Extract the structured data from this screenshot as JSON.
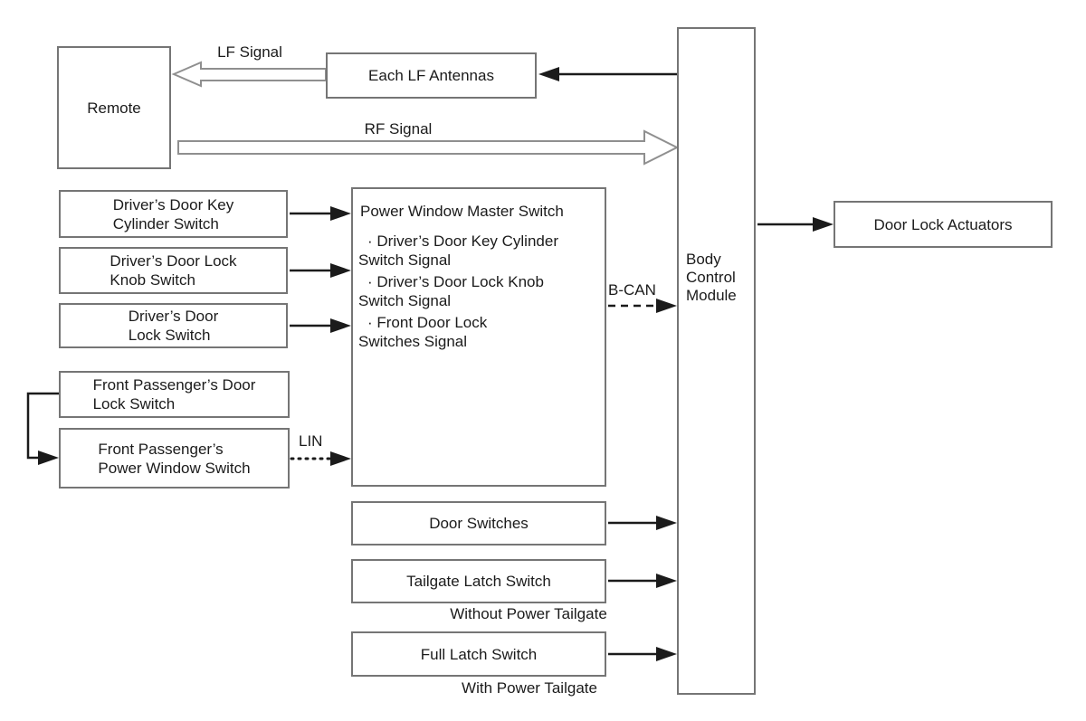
{
  "diagram": {
    "background": "#ffffff",
    "box_border_color": "#757575",
    "wire_color": "#1b1b1b",
    "hollow_arrow_outline": "#8f8f8f"
  },
  "nodes": {
    "remote": {
      "label": "Remote"
    },
    "each_lf_antennas": {
      "label": "Each LF Antennas"
    },
    "driver_key": {
      "label": "Driver’s Door Key\nCylinder Switch"
    },
    "driver_knob": {
      "label": "Driver’s Door Lock\nKnob Switch"
    },
    "driver_lock": {
      "label": "Driver’s Door\nLock Switch"
    },
    "fp_lock": {
      "label": "Front Passenger’s Door\nLock Switch"
    },
    "fp_window": {
      "label": "Front Passenger’s\nPower Window Switch"
    },
    "master_switch": {
      "title": "Power Window Master Switch",
      "signals": [
        {
          "line1": "· Driver’s Door Key Cylinder",
          "line2": "Switch Signal"
        },
        {
          "line1": "· Driver’s Door Lock Knob",
          "line2": "Switch Signal"
        },
        {
          "line1": "· Front Door Lock",
          "line2": "Switches Signal"
        }
      ]
    },
    "door_switches": {
      "label": "Door Switches"
    },
    "tailgate_latch": {
      "label": "Tailgate Latch Switch"
    },
    "full_latch": {
      "label": "Full Latch Switch"
    },
    "bcm": {
      "label": "Body\nControl\nModule"
    },
    "actuators": {
      "label": "Door Lock Actuators"
    }
  },
  "labels": {
    "lf_signal": "LF Signal",
    "rf_signal": "RF Signal",
    "b_can": "B-CAN",
    "lin": "LIN",
    "without_power_tailgate": "Without Power Tailgate",
    "with_power_tailgate": "With Power Tailgate"
  },
  "connections": [
    {
      "from": "bcm",
      "to": "each_lf_antennas",
      "style": "solid"
    },
    {
      "from": "each_lf_antennas",
      "to": "remote",
      "style": "hollow",
      "label": "LF Signal"
    },
    {
      "from": "remote",
      "to": "bcm",
      "style": "hollow",
      "label": "RF Signal"
    },
    {
      "from": "driver_key",
      "to": "master_switch",
      "style": "solid"
    },
    {
      "from": "driver_knob",
      "to": "master_switch",
      "style": "solid"
    },
    {
      "from": "driver_lock",
      "to": "master_switch",
      "style": "solid"
    },
    {
      "from": "fp_lock",
      "to": "fp_window",
      "style": "solid-elbow"
    },
    {
      "from": "fp_window",
      "to": "master_switch",
      "style": "dotted",
      "label": "LIN"
    },
    {
      "from": "master_switch",
      "to": "bcm",
      "style": "dashed",
      "label": "B-CAN"
    },
    {
      "from": "door_switches",
      "to": "bcm",
      "style": "solid"
    },
    {
      "from": "tailgate_latch",
      "to": "bcm",
      "style": "solid",
      "note": "Without Power Tailgate"
    },
    {
      "from": "full_latch",
      "to": "bcm",
      "style": "solid",
      "note": "With Power Tailgate"
    },
    {
      "from": "bcm",
      "to": "actuators",
      "style": "solid"
    }
  ]
}
